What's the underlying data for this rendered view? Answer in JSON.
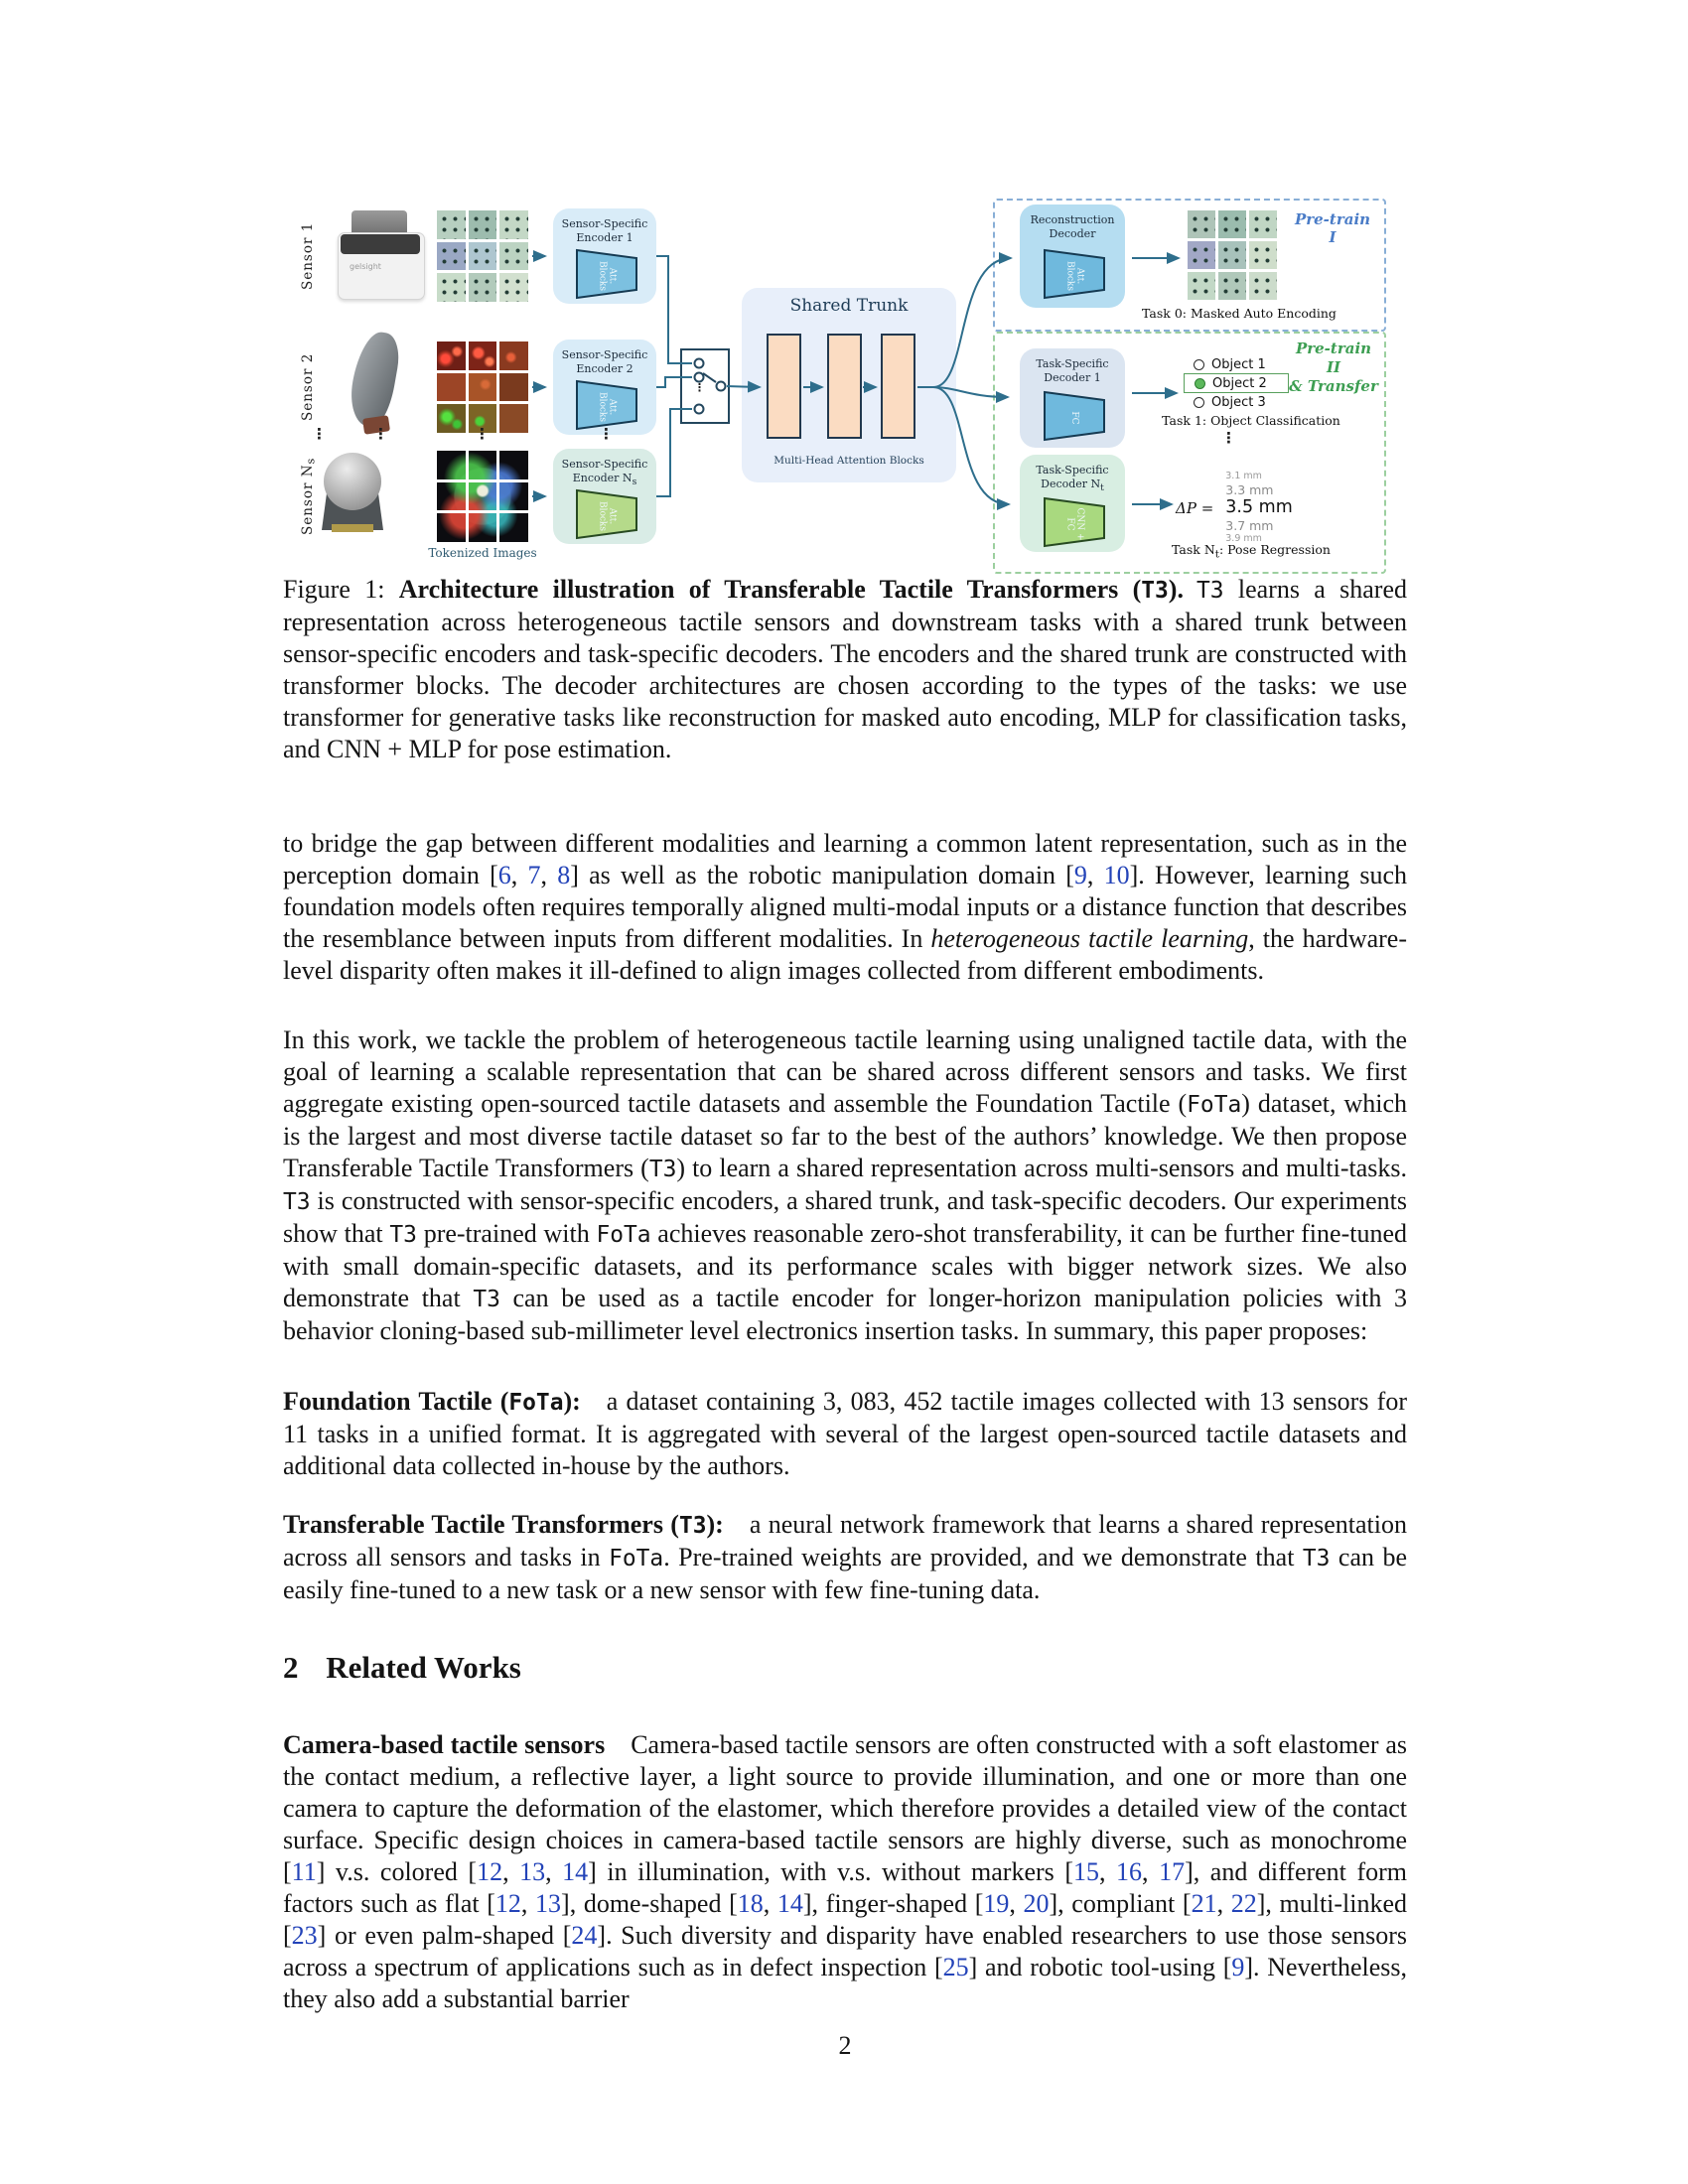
{
  "page_number": "2",
  "colors": {
    "connector": "#2e6e8c",
    "pretrain1_tag": "#4a7cc7",
    "pretrain2_tag": "#3d9e52",
    "citation": "#2343b8",
    "trunk_block_fill": "#fbdcc2"
  },
  "figure": {
    "ellipsis": "⋮",
    "sensors": [
      {
        "label": "Sensor 1",
        "sub": "",
        "photo_text": "gelsight"
      },
      {
        "label": "Sensor 2",
        "sub": ""
      },
      {
        "label": "Sensor N",
        "sub": "s"
      }
    ],
    "tokenized_label": "Tokenized Images",
    "encoders": [
      {
        "line1": "Sensor-Specific",
        "line2": "Encoder 1",
        "sub": "",
        "block": "Att. Blocks"
      },
      {
        "line1": "Sensor-Specific",
        "line2": "Encoder 2",
        "sub": "",
        "block": "Att. Blocks"
      },
      {
        "line1": "Sensor-Specific",
        "line2": "Encoder N",
        "sub": "s",
        "block": "Att. Blocks"
      }
    ],
    "trunk": {
      "title": "Shared Trunk",
      "caption": "Multi-Head Attention Blocks"
    },
    "pretrain1": {
      "tag": "Pre-train I",
      "decoder": {
        "line1": "Reconstruction",
        "line2": "Decoder",
        "block": "Att. Blocks"
      },
      "task_label": "Task 0: Masked Auto Encoding"
    },
    "pretrain2": {
      "tag_line1": "Pre-train II",
      "tag_line2": "& Transfer",
      "decoder1": {
        "line1": "Task-Specific",
        "line2": "Decoder 1",
        "block": "FC"
      },
      "objects": [
        "Object 1",
        "Object 2",
        "Object 3"
      ],
      "task1_label": "Task 1: Object Classification",
      "decoderNt": {
        "line1": "Task-Specific",
        "line2": "Decoder N",
        "sub": "t",
        "block": "CNN + FC"
      },
      "pose": {
        "dp": "ΔP =",
        "values": [
          "3.1 mm",
          "3.3 mm",
          "3.5 mm",
          "3.7 mm",
          "3.9 mm"
        ]
      },
      "taskNt_prefix": "Task N",
      "taskNt_sub": "t",
      "taskNt_suffix": ": Pose Regression"
    }
  },
  "caption": {
    "segments": [
      {
        "t": "Figure 1: ",
        "s": "p"
      },
      {
        "t": "Architecture illustration of Transferable Tactile Transformers (",
        "s": "b"
      },
      {
        "t": "T3",
        "s": "bm"
      },
      {
        "t": ").",
        "s": "b"
      },
      {
        "t": " ",
        "s": "p"
      },
      {
        "t": "T3",
        "s": "m"
      },
      {
        "t": " learns a shared representation across heterogeneous tactile sensors and downstream tasks with a shared trunk between sensor-specific encoders and task-specific decoders. The encoders and the shared trunk are constructed with transformer blocks. The decoder architectures are chosen according to the types of the tasks: we use transformer for generative tasks like reconstruction for masked auto encoding, MLP for classification tasks, and CNN + MLP for pose estimation.",
        "s": "p"
      }
    ]
  },
  "para1": {
    "segments": [
      {
        "t": "to bridge the gap between different modalities and learning a common latent representation, such as in the perception domain [",
        "s": "p"
      },
      {
        "t": "6",
        "s": "c"
      },
      {
        "t": ", ",
        "s": "p"
      },
      {
        "t": "7",
        "s": "c"
      },
      {
        "t": ", ",
        "s": "p"
      },
      {
        "t": "8",
        "s": "c"
      },
      {
        "t": "] as well as the robotic manipulation domain [",
        "s": "p"
      },
      {
        "t": "9",
        "s": "c"
      },
      {
        "t": ", ",
        "s": "p"
      },
      {
        "t": "10",
        "s": "c"
      },
      {
        "t": "]. However, learning such foundation models often requires temporally aligned multi-modal inputs or a distance function that describes the resemblance between inputs from different modalities. In ",
        "s": "p"
      },
      {
        "t": "heterogeneous tactile learning",
        "s": "i"
      },
      {
        "t": ", the hardware-level disparity often makes it ill-defined to align images collected from different embodiments.",
        "s": "p"
      }
    ]
  },
  "para2": {
    "segments": [
      {
        "t": "In this work, we tackle the problem of heterogeneous tactile learning using unaligned tactile data, with the goal of learning a scalable representation that can be shared across different sensors and tasks. We first aggregate existing open-sourced tactile datasets and assemble the Foundation Tactile (",
        "s": "p"
      },
      {
        "t": "FoTa",
        "s": "m"
      },
      {
        "t": ") dataset, which is the largest and most diverse tactile dataset so far to the best of the authors’ knowledge. We then propose Transferable Tactile Transformers (",
        "s": "p"
      },
      {
        "t": "T3",
        "s": "m"
      },
      {
        "t": ") to learn a shared representation across multi-sensors and multi-tasks. ",
        "s": "p"
      },
      {
        "t": "T3",
        "s": "m"
      },
      {
        "t": " is constructed with sensor-specific encoders, a shared trunk, and task-specific decoders. Our experiments show that ",
        "s": "p"
      },
      {
        "t": "T3",
        "s": "m"
      },
      {
        "t": " pre-trained with ",
        "s": "p"
      },
      {
        "t": "FoTa",
        "s": "m"
      },
      {
        "t": " achieves reasonable zero-shot transferability, it can be further fine-tuned with small domain-specific datasets, and its performance scales with bigger network sizes. We also demonstrate that ",
        "s": "p"
      },
      {
        "t": "T3",
        "s": "m"
      },
      {
        "t": " can be used as a tactile encoder for longer-horizon manipulation policies with 3 behavior cloning-based sub-millimeter level electronics insertion tasks. In summary, this paper proposes:",
        "s": "p"
      }
    ]
  },
  "para3": {
    "segments": [
      {
        "t": "Foundation Tactile (",
        "s": "b"
      },
      {
        "t": "FoTa",
        "s": "bm"
      },
      {
        "t": "):",
        "s": "b"
      },
      {
        "t": " ",
        "s": "p"
      },
      {
        "t": "a dataset containing 3, 083, 452 tactile images collected with 13 sensors for 11 tasks in a unified format. It is aggregated with several of the largest open-sourced tactile datasets and additional data collected in-house by the authors.",
        "s": "p"
      }
    ]
  },
  "para4": {
    "segments": [
      {
        "t": "Transferable Tactile Transformers (",
        "s": "b"
      },
      {
        "t": "T3",
        "s": "bm"
      },
      {
        "t": "):",
        "s": "b"
      },
      {
        "t": " ",
        "s": "p"
      },
      {
        "t": "a neural network framework that learns a shared representation across all sensors and tasks in ",
        "s": "p"
      },
      {
        "t": "FoTa",
        "s": "m"
      },
      {
        "t": ". Pre-trained weights are provided, and we demonstrate that ",
        "s": "p"
      },
      {
        "t": "T3",
        "s": "m"
      },
      {
        "t": " can be easily fine-tuned to a new task or a new sensor with few fine-tuning data.",
        "s": "p"
      }
    ]
  },
  "section": {
    "number": "2",
    "title": "Related Works"
  },
  "para5": {
    "segments": [
      {
        "t": "Camera-based tactile sensors",
        "s": "b"
      },
      {
        "t": " ",
        "s": "p"
      },
      {
        "t": "Camera-based tactile sensors are often constructed with a soft elastomer as the contact medium, a reflective layer, a light source to provide illumination, and one or more than one camera to capture the deformation of the elastomer, which therefore provides a detailed view of the contact surface. Specific design choices in camera-based tactile sensors are highly diverse, such as monochrome [",
        "s": "p"
      },
      {
        "t": "11",
        "s": "c"
      },
      {
        "t": "] v.s. colored [",
        "s": "p"
      },
      {
        "t": "12",
        "s": "c"
      },
      {
        "t": ", ",
        "s": "p"
      },
      {
        "t": "13",
        "s": "c"
      },
      {
        "t": ", ",
        "s": "p"
      },
      {
        "t": "14",
        "s": "c"
      },
      {
        "t": "] in illumination, with v.s. without markers [",
        "s": "p"
      },
      {
        "t": "15",
        "s": "c"
      },
      {
        "t": ", ",
        "s": "p"
      },
      {
        "t": "16",
        "s": "c"
      },
      {
        "t": ", ",
        "s": "p"
      },
      {
        "t": "17",
        "s": "c"
      },
      {
        "t": "], and different form factors such as flat [",
        "s": "p"
      },
      {
        "t": "12",
        "s": "c"
      },
      {
        "t": ", ",
        "s": "p"
      },
      {
        "t": "13",
        "s": "c"
      },
      {
        "t": "], dome-shaped [",
        "s": "p"
      },
      {
        "t": "18",
        "s": "c"
      },
      {
        "t": ", ",
        "s": "p"
      },
      {
        "t": "14",
        "s": "c"
      },
      {
        "t": "], finger-shaped  [",
        "s": "p"
      },
      {
        "t": "19",
        "s": "c"
      },
      {
        "t": ", ",
        "s": "p"
      },
      {
        "t": "20",
        "s": "c"
      },
      {
        "t": "], compliant  [",
        "s": "p"
      },
      {
        "t": "21",
        "s": "c"
      },
      {
        "t": ", ",
        "s": "p"
      },
      {
        "t": "22",
        "s": "c"
      },
      {
        "t": "], multi-linked  [",
        "s": "p"
      },
      {
        "t": "23",
        "s": "c"
      },
      {
        "t": "] or even palm-shaped [",
        "s": "p"
      },
      {
        "t": "24",
        "s": "c"
      },
      {
        "t": "]. Such diversity and disparity have enabled researchers to use those sensors across a spectrum of applications such as in defect inspection [",
        "s": "p"
      },
      {
        "t": "25",
        "s": "c"
      },
      {
        "t": "] and robotic tool-using [",
        "s": "p"
      },
      {
        "t": "9",
        "s": "c"
      },
      {
        "t": "]. Nevertheless, they also add a substantial barrier",
        "s": "p"
      }
    ]
  }
}
